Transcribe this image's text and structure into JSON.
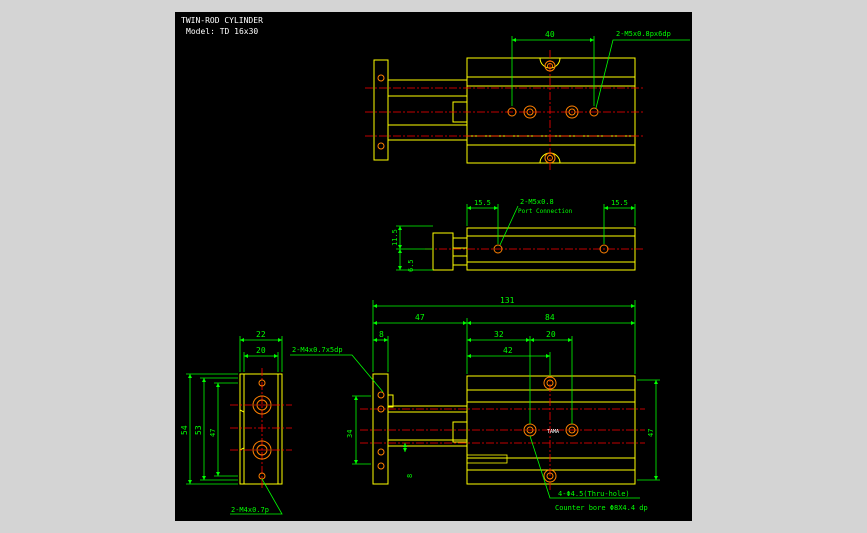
{
  "title": "TWIN-ROD CYLINDER",
  "model": "Model: TD 16x30",
  "colors": {
    "outline": "#ffff00",
    "dimension": "#00ff00",
    "center": "#ff0000",
    "hole": "#ff8000",
    "label": "#ffffff",
    "sheet": "#000000",
    "background": "#d4d4d4"
  },
  "top_view": {
    "dim_40": "40",
    "callout": "2-M5x0.8px6dp"
  },
  "side_view": {
    "dim_left": "15.5",
    "dim_right": "15.5",
    "port": "2-M5x0.8",
    "port_note": "Port Connection",
    "dim_11_5": "11.5",
    "dim_6_5": "6.5"
  },
  "front_view": {
    "dim_131": "131",
    "dim_47": "47",
    "dim_84": "84",
    "dim_8": "8",
    "dim_32": "32",
    "dim_20": "20",
    "dim_42": "42",
    "callout": "2-M4x0.7x5dp",
    "dim_34": "34",
    "dim_47v": "47",
    "dim_8v": "8",
    "tag": "TAMA",
    "hole_callout": "4-Φ4.5(Thru-hole)",
    "counter_bore": "Counter bore Φ8X4.4 dp"
  },
  "end_view": {
    "dim_22": "22",
    "dim_20": "20",
    "dim_54": "54",
    "dim_53": "53",
    "dim_47": "47",
    "callout": "2-M4x0.7p"
  }
}
